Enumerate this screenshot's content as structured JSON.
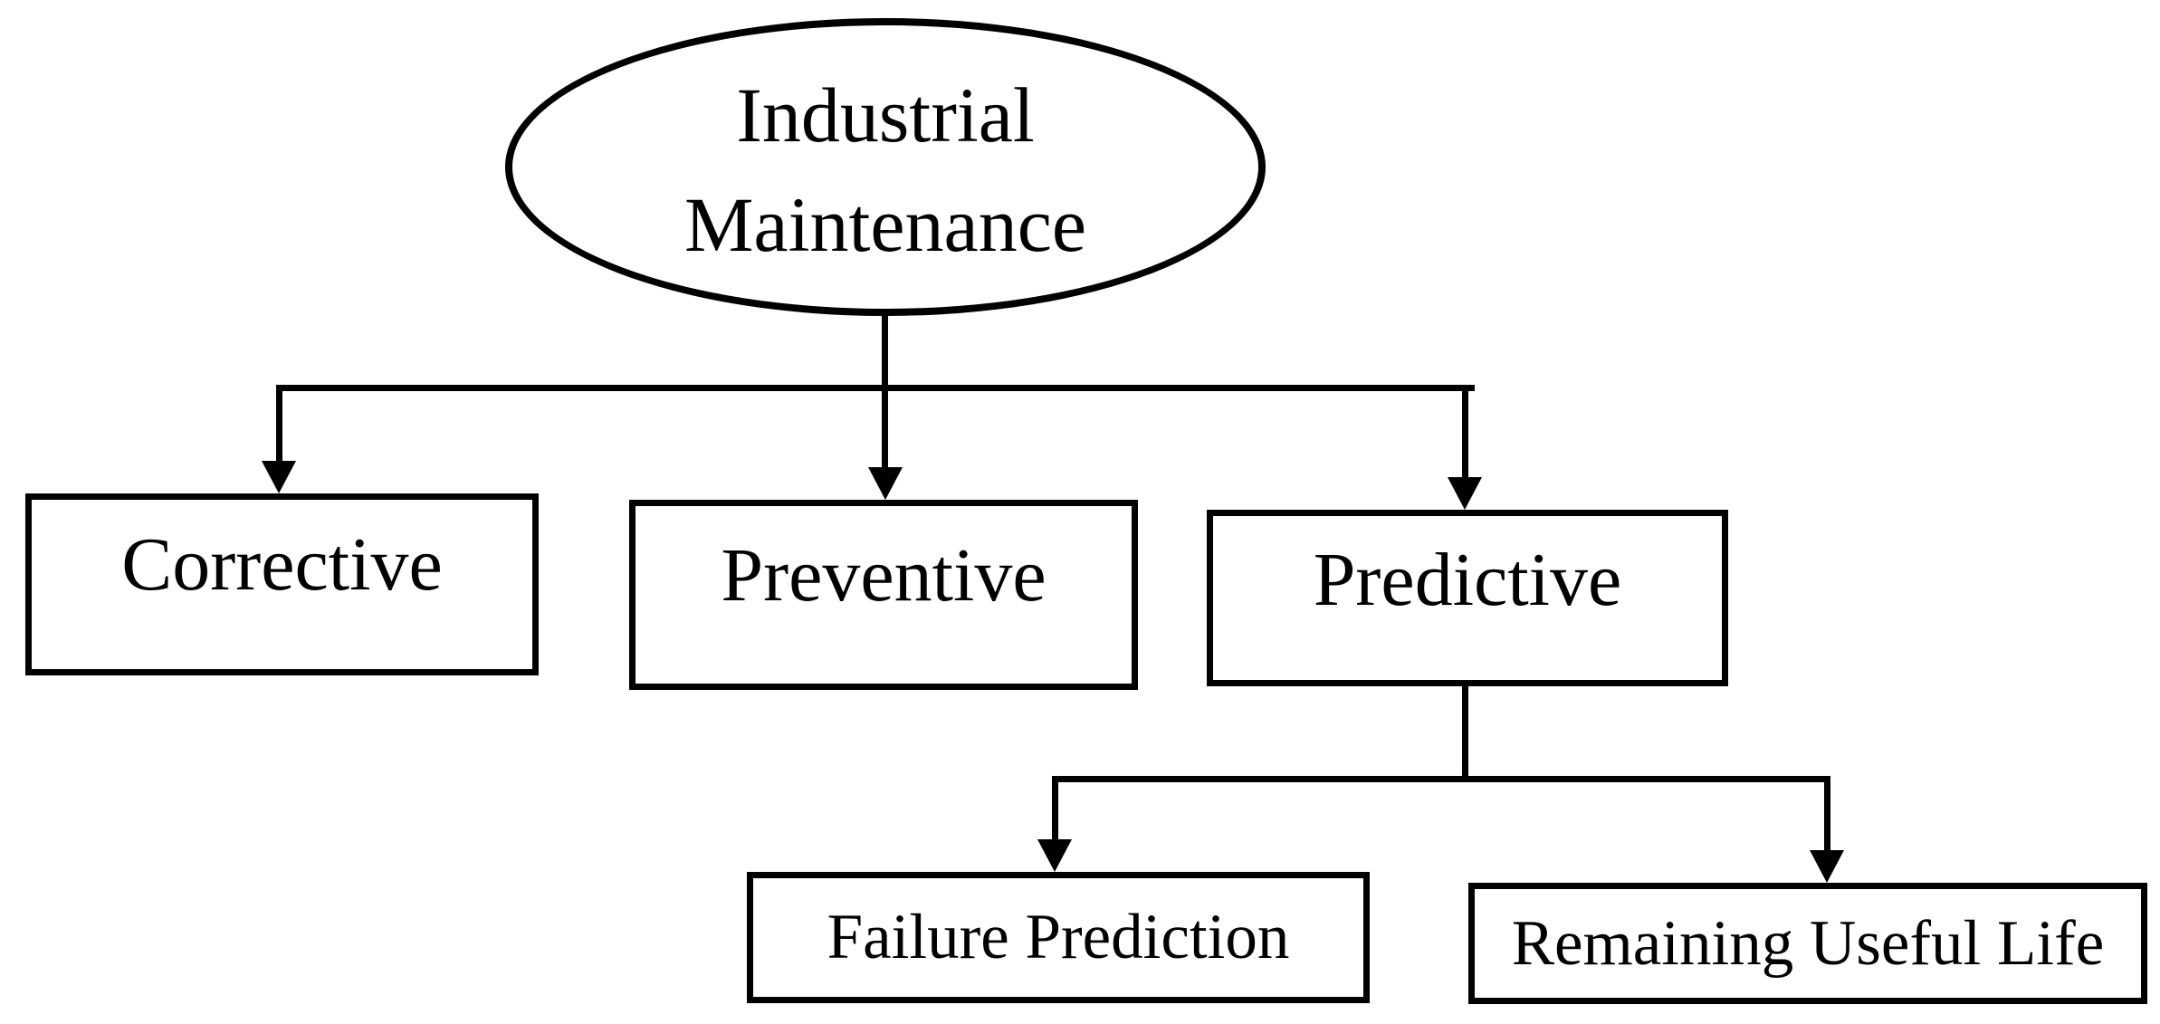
{
  "figure": {
    "type": "tree-diagram",
    "background_color": "#ffffff",
    "stroke_color": "#000000",
    "root": {
      "id": "industrial-maintenance",
      "shape": "ellipse",
      "label": "Industrial Maintenance"
    },
    "level1": [
      {
        "id": "corrective",
        "shape": "rectangle",
        "label": "Corrective",
        "parent": "industrial-maintenance"
      },
      {
        "id": "preventive",
        "shape": "rectangle",
        "label": "Preventive",
        "parent": "industrial-maintenance"
      },
      {
        "id": "predictive",
        "shape": "rectangle",
        "label": "Predictive",
        "parent": "industrial-maintenance"
      }
    ],
    "level2": [
      {
        "id": "failure-prediction",
        "shape": "rectangle",
        "label": "Failure Prediction",
        "parent": "predictive"
      },
      {
        "id": "remaining-useful-life",
        "shape": "rectangle",
        "label": "Remaining Useful Life",
        "parent": "predictive"
      }
    ]
  }
}
